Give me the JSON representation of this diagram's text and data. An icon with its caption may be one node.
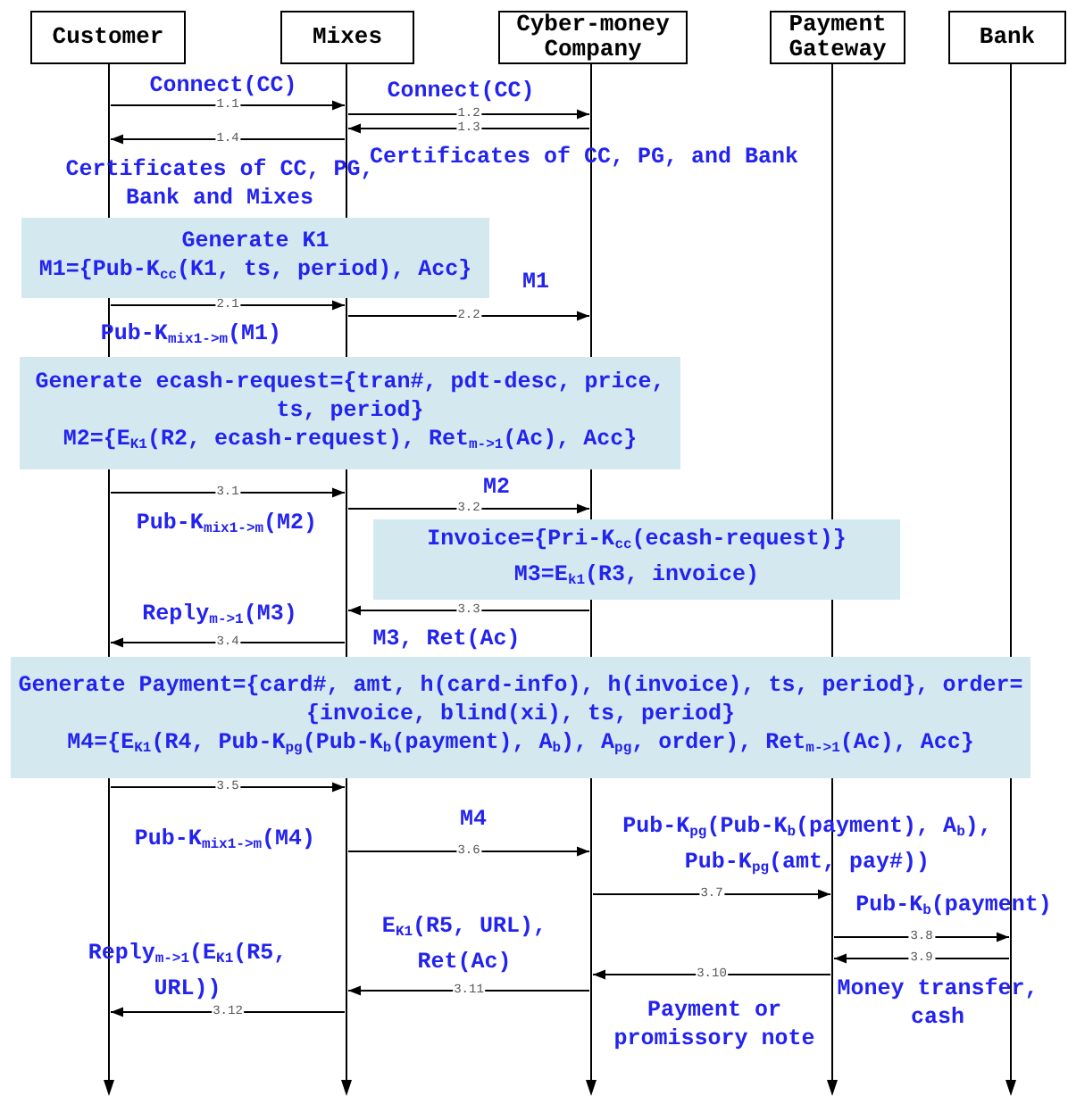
{
  "diagram": {
    "nodes": [
      {
        "text": [
          "Customer"
        ]
      },
      {
        "text": [
          "Mixes"
        ]
      },
      {
        "text": [
          "Cyber-money Company"
        ]
      },
      {
        "text": [
          "Payment Gateway"
        ]
      },
      {
        "text": [
          "Bank"
        ]
      },
      {
        "text": [
          "Generate K1",
          "M1={Pub-K$_{cc}$(K1, ts, period), Acc}"
        ]
      },
      {
        "text": [
          "Generate ecash-request={tran#, pdt-desc, price, ts, period}",
          "M2={E$_{K1}$(R2, ecash-request), Ret$_{m->1}$(Ac), Acc}"
        ]
      },
      {
        "text": [
          "Invoice={Pri-K$_{cc}$(ecash-request)}",
          "M3=E$_{k1}$(R3, invoice)"
        ]
      },
      {
        "text": [
          "Generate Payment={card#, amt, h(card-info), h(invoice), ts, period}, order={invoice, blind(xi), ts, period}",
          "M4={E$_{K1}$(R4, Pub-K$_{pg}$(Pub-K$_{b}$(payment), A$_{b}$), A$_{pg}$, order), Ret$_{m->1}$(Ac), Acc}"
        ]
      }
    ],
    "edges": [
      {
        "from": 0,
        "to": 1,
        "arrow": "to",
        "label": "1.1"
      },
      {
        "from": 1,
        "to": 2,
        "arrow": "to",
        "label": "1.2"
      },
      {
        "from": 2,
        "to": 1,
        "arrow": "to",
        "label": "1.3"
      },
      {
        "from": 1,
        "to": 0,
        "arrow": "to",
        "label": "1.4"
      },
      {
        "from": 0,
        "to": 1,
        "arrow": "to",
        "label": "2.1"
      },
      {
        "from": 1,
        "to": 2,
        "arrow": "to",
        "label": "2.2"
      },
      {
        "from": 0,
        "to": 1,
        "arrow": "to",
        "label": "3.1"
      },
      {
        "from": 1,
        "to": 2,
        "arrow": "to",
        "label": "3.2"
      },
      {
        "from": 2,
        "to": 1,
        "arrow": "to",
        "label": "3.3"
      },
      {
        "from": 1,
        "to": 0,
        "arrow": "to",
        "label": "3.4"
      },
      {
        "from": 0,
        "to": 1,
        "arrow": "to",
        "label": "3.5"
      },
      {
        "from": 1,
        "to": 2,
        "arrow": "to",
        "label": "3.6"
      },
      {
        "from": 2,
        "to": 3,
        "arrow": "to",
        "label": "3.7"
      },
      {
        "from": 3,
        "to": 4,
        "arrow": "to",
        "label": "3.8"
      },
      {
        "from": 4,
        "to": 3,
        "arrow": "to",
        "label": "3.9"
      },
      {
        "from": 3,
        "to": 2,
        "arrow": "to",
        "label": "3.10"
      },
      {
        "from": 2,
        "to": 1,
        "arrow": "to",
        "label": "3.11"
      },
      {
        "from": 1,
        "to": 0,
        "arrow": "to",
        "label": "3.12"
      }
    ],
    "labels": [
      "Connect(CC)",
      "Connect(CC)",
      "Certificates of CC, PG, and Bank",
      "Certificates of CC, PG, Bank and Mixes",
      "M1",
      "Pub-K$_{mix1->m}$(M1)",
      "M2",
      "Pub-K$_{mix1->m}$(M2)",
      "Reply$_{m->1}$(M3)",
      "M3,  Ret(Ac)",
      "M4",
      "Pub-K$_{mix1->m}$(M4)",
      "Pub-K$_{pg}$(Pub-K$_{b}$(payment), A$_{b}$), Pub-K$_{pg}$(amt, pay#))",
      "Pub-K$_{b}$(payment)",
      "E$_{K1}$(R5, URL), Ret(Ac)",
      "Reply$_{m->1}$(E$_{K1}$(R5, URL))",
      "Payment or promissory note",
      "Money transfer, cash"
    ]
  }
}
